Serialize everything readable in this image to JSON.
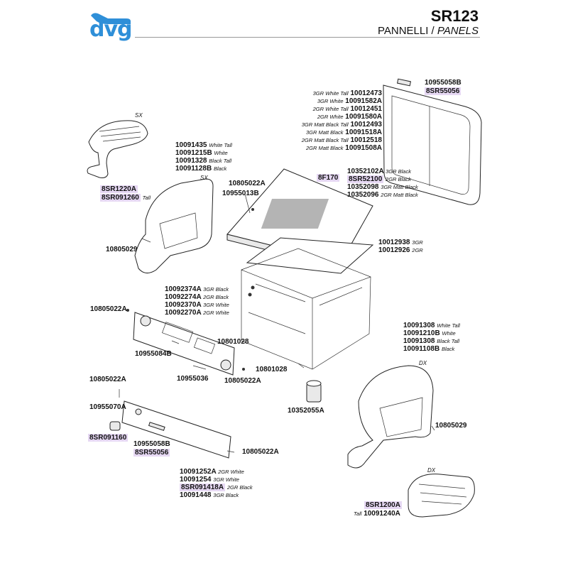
{
  "header": {
    "brand": "dvg",
    "code": "SR123",
    "title_it": "PANNELLI /",
    "title_en": "PANELS"
  },
  "side_labels": {
    "sx1": "SX",
    "sx2": "SX",
    "dx1": "DX",
    "dx2": "DX"
  },
  "labels": {
    "l_10955058b_top": "10955058B",
    "l_8sr55056_top": "8SR55056",
    "l_3gr_white_tall_a": "10012473",
    "l_3gr_white_tall_a_desc": "3GR White Tall",
    "l_3gr_white_a": "10091582A",
    "l_3gr_white_a_desc": "3GR White",
    "l_2gr_white_tall_a": "10012451",
    "l_2gr_white_tall_a_desc": "2GR White Tall",
    "l_2gr_white_a": "10091580A",
    "l_2gr_white_a_desc": "2GR White",
    "l_3gr_mb_tall": "10012493",
    "l_3gr_mb_tall_desc": "3GR Matt Black Tall",
    "l_3gr_mb": "10091518A",
    "l_3gr_mb_desc": "3GR Matt Black",
    "l_2gr_mb_tall": "10012518",
    "l_2gr_mb_tall_desc": "2GR Matt Black Tall",
    "l_2gr_mb": "10091508A",
    "l_2gr_mb_desc": "2GR Matt Black",
    "l_8sr1220a": "8SR1220A",
    "l_8sr091260": "8SR091260",
    "l_8sr091260_desc": "Tall",
    "l_10091435": "10091435",
    "l_10091435_desc": "White Tall",
    "l_10091215b": "10091215B",
    "l_10091215b_desc": "White",
    "l_10091328": "10091328",
    "l_10091328_desc": "Black Tall",
    "l_10091128b": "10091128B",
    "l_10091128b_desc": "Black",
    "l_10805022a_1": "10805022A",
    "l_10955013b": "10955013B",
    "l_8f170": "8F170",
    "l_10352102a": "10352102A",
    "l_10352102a_desc": "3GR Black",
    "l_8sr52100": "8SR52100",
    "l_8sr52100_desc": "2GR Black",
    "l_10352098": "10352098",
    "l_10352098_desc": "3GR Matt Black",
    "l_10352096": "10352096",
    "l_10352096_desc": "2GR Matt Black",
    "l_10805029_left": "10805029",
    "l_10012938": "10012938",
    "l_10012938_desc": "3GR",
    "l_10012926": "10012926",
    "l_10012926_desc": "2GR",
    "l_10092374a": "10092374A",
    "l_10092374a_desc": "3GR Black",
    "l_10092274a": "10092274A",
    "l_10092274a_desc": "2GR Black",
    "l_10092370a": "10092370A",
    "l_10092370a_desc": "3GR White",
    "l_10092270a": "10092270A",
    "l_10092270a_desc": "2GR White",
    "l_10805022a_2": "10805022A",
    "l_10801028_a": "10801028",
    "l_10955084b": "10955084B",
    "l_10801028_b": "10801028",
    "l_10955036": "10955036",
    "l_10805022a_3": "10805022A",
    "l_10091308_a": "10091308",
    "l_10091308_a_desc": "White Tall",
    "l_10091210b": "10091210B",
    "l_10091210b_desc": "White",
    "l_10091308_b": "10091308",
    "l_10091308_b_desc": "Black Tall",
    "l_10091108b": "10091108B",
    "l_10091108b_desc": "Black",
    "l_10805022a_4": "10805022A",
    "l_10955070a": "10955070A",
    "l_10352055a": "10352055A",
    "l_10805029_right": "10805029",
    "l_8sr091160": "8SR091160",
    "l_10955058b_bot": "10955058B",
    "l_8sr55056_bot": "8SR55056",
    "l_10805022a_5": "10805022A",
    "l_10091252a": "10091252A",
    "l_10091252a_desc": "2GR White",
    "l_10091254": "10091254",
    "l_10091254_desc": "3GR White",
    "l_8sr091418a": "8SR091418A",
    "l_8sr091418a_desc": "2GR Black",
    "l_10091448": "10091448",
    "l_10091448_desc": "3GR Black",
    "l_8sr1200a": "8SR1200A",
    "l_10091240a": "10091240A",
    "l_10091240a_desc": "Tall"
  },
  "colors": {
    "brand": "#2f8fd8",
    "highlight": "#e6d8f3"
  }
}
